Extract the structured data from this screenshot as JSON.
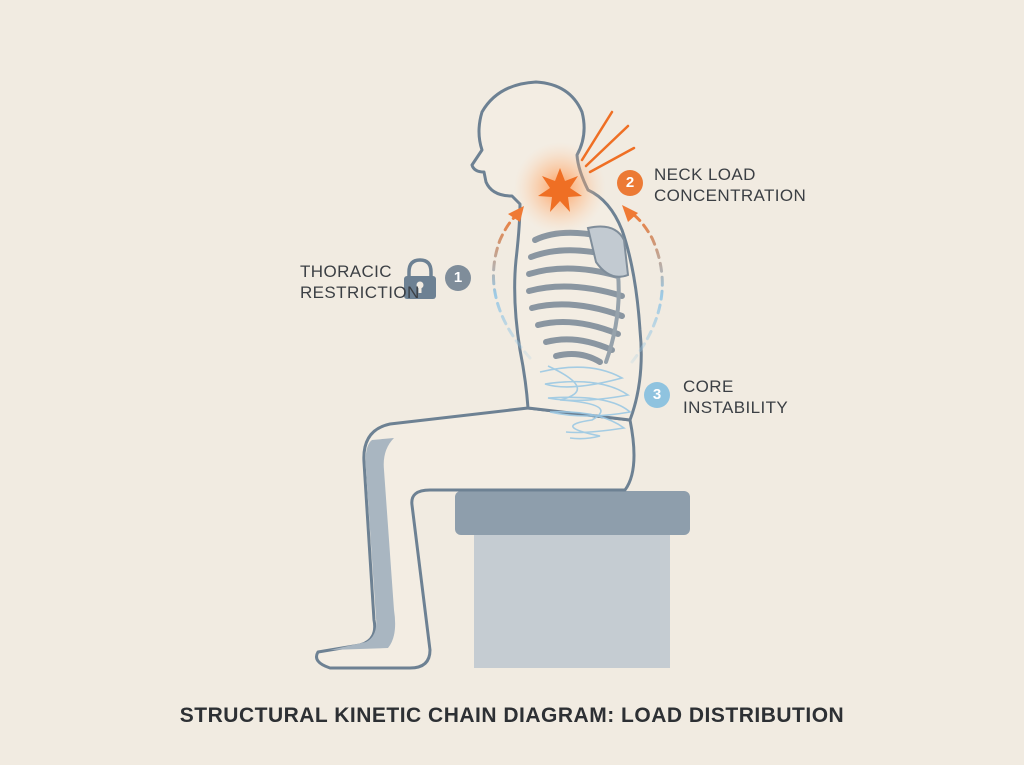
{
  "title": "STRUCTURAL KINETIC CHAIN DIAGRAM: LOAD DISTRIBUTION",
  "callouts": [
    {
      "number": "1",
      "text": "THORACIC\nRESTRICTION",
      "color": "#7f8d9a",
      "icon": "padlock-icon"
    },
    {
      "number": "2",
      "text": "NECK LOAD\nCONCENTRATION",
      "color": "#ec7a35",
      "icon": "pain-burst-icon"
    },
    {
      "number": "3",
      "text": "CORE\nINSTABILITY",
      "color": "#8fc3df",
      "icon": "tangled-lines-icon"
    }
  ],
  "colors": {
    "background": "#f1ebe1",
    "outline": "#6d8193",
    "stool_top": "#8e9eac",
    "stool_base": "#c5ccd2",
    "pain": "#ef6f24",
    "core": "#9cc9e4"
  }
}
